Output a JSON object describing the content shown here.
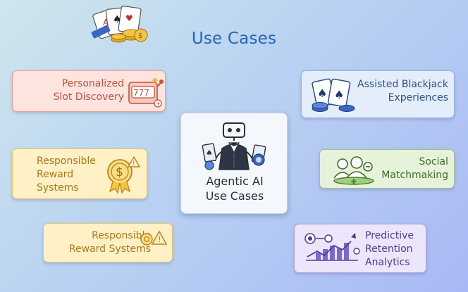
{
  "title": "Use Cases",
  "colors": {
    "title": "#2266b8",
    "red_card_bg": "#fde4df",
    "red_card_border": "#e7a297",
    "red_text": "#c4503d",
    "yellow_card_bg": "#fff0c6",
    "yellow_card_border": "#e6c56a",
    "yellow_text": "#a77a18",
    "blue_card_bg": "#e4eefb",
    "blue_card_border": "#97b2db",
    "blue_text": "#2c4f86",
    "green_card_bg": "#e6f2d9",
    "green_card_border": "#9fc485",
    "green_text": "#3f6d2b",
    "purple_card_bg": "#ece6fb",
    "purple_card_border": "#b4a3e3",
    "purple_text": "#4f3a95"
  },
  "center": {
    "label_line1": "Agentic AI",
    "label_line2": "Use Cases",
    "icon": "robot-dealer-icon"
  },
  "cards": {
    "slot": {
      "line1": "Personalized",
      "line2": "Slot Discovery",
      "icon": "slot-machine-icon"
    },
    "reward": {
      "line1": "Responsible",
      "line2": "Reward",
      "line3": "Systems",
      "icon": "dollar-badge-icon"
    },
    "reward2": {
      "line1": "Responsible",
      "line2": "Reward Systems",
      "icon": "warning-icon"
    },
    "blackjack": {
      "line1": "Assisted Blackjack",
      "line2": "Experiences",
      "icon": "playing-cards-icon"
    },
    "social": {
      "line1": "Social",
      "line2": "Matchmaking",
      "icon": "people-icon"
    },
    "analytics": {
      "line1": "Predictive",
      "line2": "Retention",
      "line3": "Analytics",
      "icon": "bar-chart-icon"
    }
  },
  "decor_icon": "cards-and-coins-icon"
}
